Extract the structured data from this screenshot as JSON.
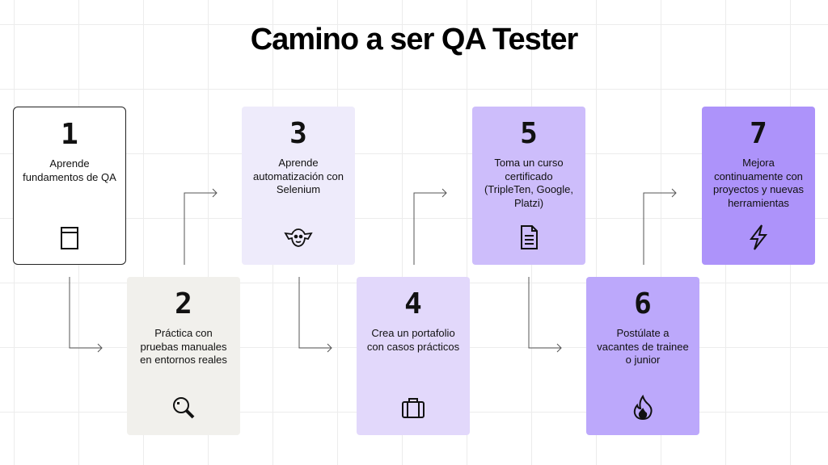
{
  "title": "Camino a ser QA Tester",
  "colors": {
    "card_1": "#ffffff",
    "card_2": "#f1f0ec",
    "card_3": "#eeebfb",
    "card_4": "#e2d8fb",
    "card_5": "#cdbdfb",
    "card_6": "#bca8fb",
    "card_7": "#ad93fa",
    "connector": "#555555"
  },
  "steps": [
    {
      "number": "1",
      "label": "Aprende fundamentos de QA",
      "icon": "book-icon"
    },
    {
      "number": "2",
      "label": "Práctica con pruebas manuales en entornos reales",
      "icon": "magnifier-icon"
    },
    {
      "number": "3",
      "label": "Aprende automatización con Selenium",
      "icon": "yoda-face-icon"
    },
    {
      "number": "4",
      "label": "Crea un portafolio con casos prácticos",
      "icon": "briefcase-icon"
    },
    {
      "number": "5",
      "label": "Toma un curso certificado (TripleTen, Google, Platzi)",
      "icon": "document-icon"
    },
    {
      "number": "6",
      "label": "Postúlate a vacantes de trainee o junior",
      "icon": "fire-icon"
    },
    {
      "number": "7",
      "label": "Mejora continuamente con proyectos y nuevas herramientas",
      "icon": "lightning-icon"
    }
  ]
}
